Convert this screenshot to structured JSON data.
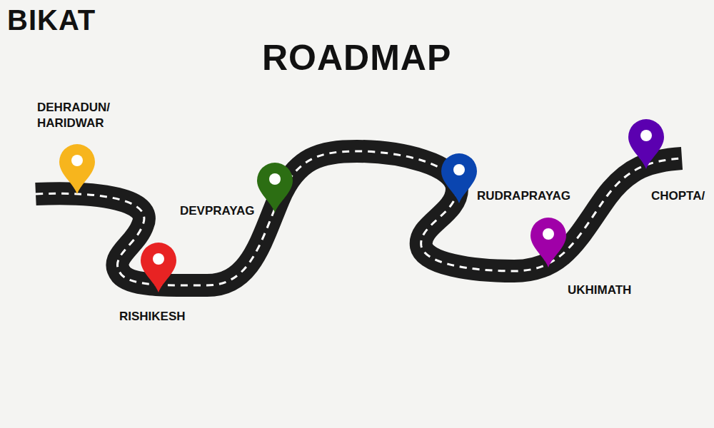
{
  "diagram": {
    "title": "ROADMAP",
    "labels": [
      "BIKAT",
      "DEHRADUN/ HARIDWAR",
      "RISHIKESH",
      "DEVPRAYAG",
      "RUDRAPRAYAG",
      "UKHIMATH",
      "CHOPTA/"
    ]
  }
}
